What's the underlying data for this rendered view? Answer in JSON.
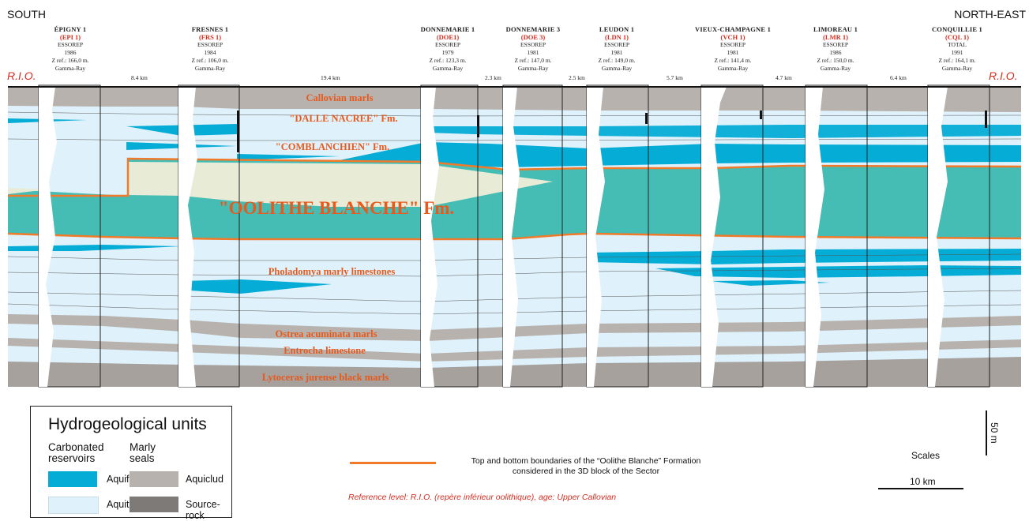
{
  "header": {
    "left_dir": "SOUTH",
    "right_dir": "NORTH-EAST",
    "rio_label": "R.I.O."
  },
  "wells": [
    {
      "name": "ÉPIGNY 1",
      "code": "(EPI 1)",
      "op": "ESSOREP",
      "year": "1986",
      "zref": "Z ref.: 166,0 m.",
      "log": "Gamma-Ray"
    },
    {
      "name": "FRESNES 1",
      "code": "(FRS 1)",
      "op": "ESSOREP",
      "year": "1984",
      "zref": "Z ref.: 106,0 m.",
      "log": "Gamma-Ray"
    },
    {
      "name": "DONNEMARIE 1",
      "code": "(DOE1)",
      "op": "ESSOREP",
      "year": "1979",
      "zref": "Z ref.: 123,3 m.",
      "log": "Gamma-Ray"
    },
    {
      "name": "DONNEMARIE 3",
      "code": "(DOE 3)",
      "op": "ESSOREP",
      "year": "1981",
      "zref": "Z ref.: 147,0 m.",
      "log": "Gamma-Ray"
    },
    {
      "name": "LEUDON 1",
      "code": "(LDN 1)",
      "op": "ESSOREP",
      "year": "1981",
      "zref": "Z ref.: 149,0 m.",
      "log": "Gamma-Ray"
    },
    {
      "name": "VIEUX-CHAMPAGNE 1",
      "code": "(VCH 1)",
      "op": "ESSOREP",
      "year": "1981",
      "zref": "Z ref.: 141,4 m.",
      "log": "Gamma-Ray"
    },
    {
      "name": "LIMOREAU 1",
      "code": "(LMR 1)",
      "op": "ESSOREP",
      "year": "1986",
      "zref": "Z ref.: 150,0 m.",
      "log": "Gamma-Ray"
    },
    {
      "name": "CONQUILLIE 1",
      "code": "(CQL 1)",
      "op": "TOTAL",
      "year": "1991",
      "zref": "Z ref.: 164,1 m.",
      "log": "Gamma-Ray"
    }
  ],
  "distances": [
    "8.4 km",
    "19.4 km",
    "2.3 km",
    "2.5 km",
    "5.7 km",
    "4.7 km",
    "6.4 km"
  ],
  "units": {
    "callovian": "Callovian marls",
    "dalle": "\"DALLE NACREE\" Fm.",
    "comblanchien": "\"COMBLANCHIEN\" Fm.",
    "oolithe": "\"OOLITHE BLANCHE\" Fm.",
    "pholadomya": "Pholadomya marly limestones",
    "ostrea": "Ostrea acuminata marls",
    "entrocha": "Entrocha limestone",
    "lytoceras": "Lytoceras jurense black marls"
  },
  "legend": {
    "title": "Hydrogeological units",
    "col1": "Carbonated reservoirs",
    "col2": "Marly seals",
    "items": [
      {
        "label": "Aquifer",
        "color": "#05acd6"
      },
      {
        "label": "Aquitard",
        "color": "#dff1fb"
      },
      {
        "label": "Aquiclud",
        "color": "#b7b2ae"
      },
      {
        "label": "Source-rock",
        "color": "#7e7a77"
      }
    ]
  },
  "boundary_note": "Top and bottom boundaries of the “Oolithe Blanche” Formation considered in the 3D block of the Sector",
  "boundary_color": "#f07a2a",
  "reference_note": "Reference level: R.I.O. (repère inférieur oolithique), age: Upper Callovian",
  "scales": {
    "label": "Scales",
    "vertical": "50 m",
    "horizontal": "10 km"
  },
  "colors": {
    "oolithe": "#46bdb4",
    "oolithe_light": "#e8ecd6",
    "aquitard": "#dff1fb",
    "aquifer": "#05acd6",
    "marl": "#b7b2ae",
    "marl_dark": "#a6a19d"
  }
}
